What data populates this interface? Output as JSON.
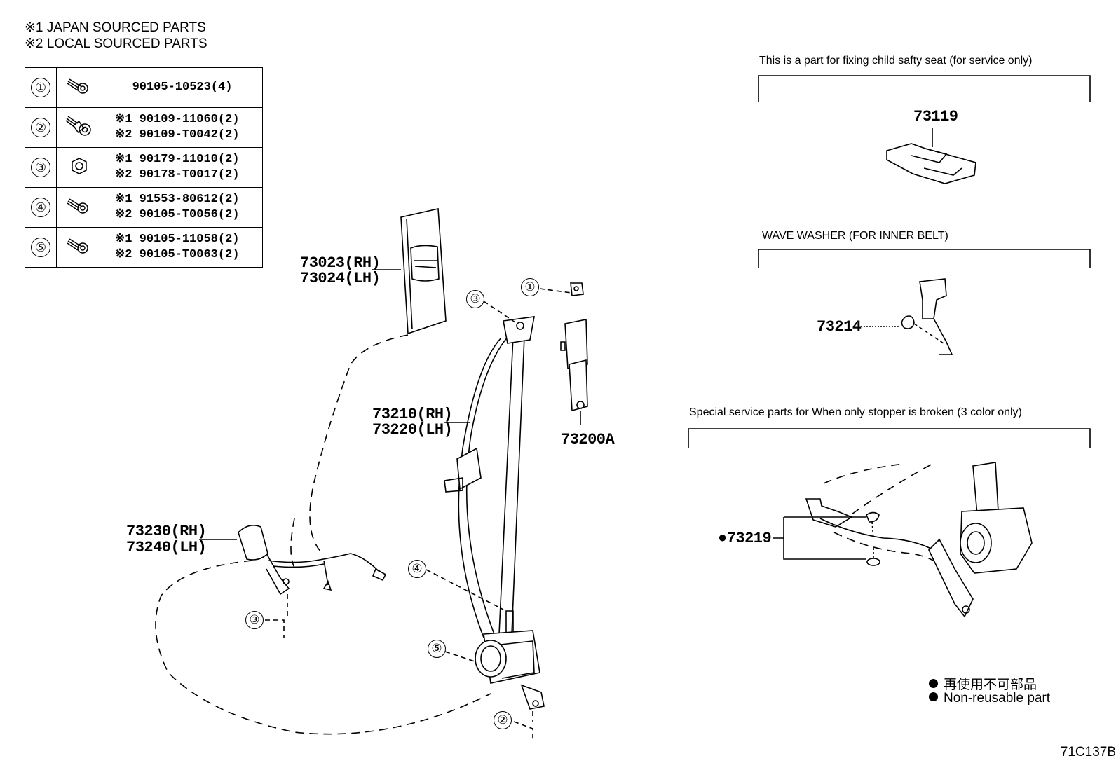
{
  "notes": {
    "n1": "※1 JAPAN SOURCED PARTS",
    "n2": "※2 LOCAL SOURCED PARTS"
  },
  "fasteners": [
    {
      "num": "①",
      "icon": "bolt-icon",
      "lines": [
        "90105-10523(4)"
      ]
    },
    {
      "num": "②",
      "icon": "shoulder-bolt-icon",
      "lines": [
        "※1 90109-11060(2)",
        "※2 90109-T0042(2)"
      ]
    },
    {
      "num": "③",
      "icon": "nut-icon",
      "lines": [
        "※1 90179-11010(2)",
        "※2 90178-T0017(2)"
      ]
    },
    {
      "num": "④",
      "icon": "bolt-icon",
      "lines": [
        "※1 91553-80612(2)",
        "※2 90105-T0056(2)"
      ]
    },
    {
      "num": "⑤",
      "icon": "bolt-icon",
      "lines": [
        "※1 90105-11058(2)",
        "※2 90105-T0063(2)"
      ]
    }
  ],
  "labels": {
    "p73023": "73023(RH)",
    "p73024": "73024(LH)",
    "p73210": "73210(RH)",
    "p73220": "73220(LH)",
    "p73200A": "73200A",
    "p73230": "73230(RH)",
    "p73240": "73240(LH)",
    "p73119": "73119",
    "p73214": "73214",
    "p73219": "●73219"
  },
  "callouts": {
    "c1": "①",
    "c2": "②",
    "c3a": "③",
    "c3b": "③",
    "c4": "④",
    "c5": "⑤"
  },
  "captions": {
    "child_seat": "This is a part for fixing child safty seat (for service only)",
    "wave_washer": "WAVE WASHER (FOR INNER BELT)",
    "stopper": "Special service parts for When only stopper is broken (3 color only)"
  },
  "legend": {
    "jp": "再使用不可部品",
    "en": "Non-reusable part"
  },
  "ref_code": "71C137B"
}
